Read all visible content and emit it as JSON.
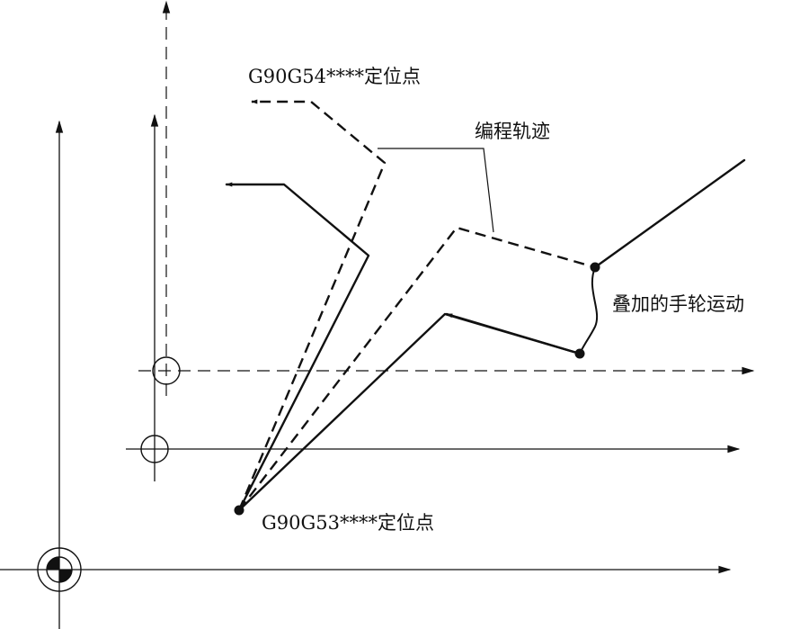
{
  "labels": {
    "g54_point": "G90G54****定位点",
    "g53_point": "G90G53****定位点",
    "programmed_path": "编程轨迹",
    "handwheel_motion": "叠加的手轮运动"
  },
  "colors": {
    "ink": "#111111",
    "background": "#ffffff"
  },
  "icons": {
    "origin_marker": "machine-origin-symbol",
    "workpiece_origin": "circle-crosshair"
  }
}
